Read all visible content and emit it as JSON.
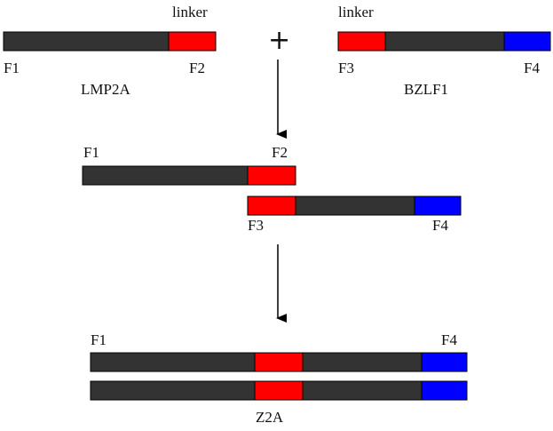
{
  "colors": {
    "gene_body": "#333333",
    "linker": "#ff0000",
    "tag": "#0000ff",
    "outline": "#000000",
    "arrow": "#000000"
  },
  "top": {
    "lmp2a": {
      "linker_label": "linker",
      "left_primer": "F1",
      "right_primer": "F2",
      "name": "LMP2A"
    },
    "plus_sign": "+",
    "bzlf1": {
      "linker_label": "linker",
      "left_primer": "F3",
      "right_primer": "F4",
      "name": "BZLF1"
    }
  },
  "middle": {
    "upper_left_primer": "F1",
    "upper_right_primer": "F2",
    "lower_left_primer": "F3",
    "lower_right_primer": "F4"
  },
  "bottom": {
    "left_primer": "F1",
    "right_primer": "F4",
    "name": "Z2A"
  }
}
